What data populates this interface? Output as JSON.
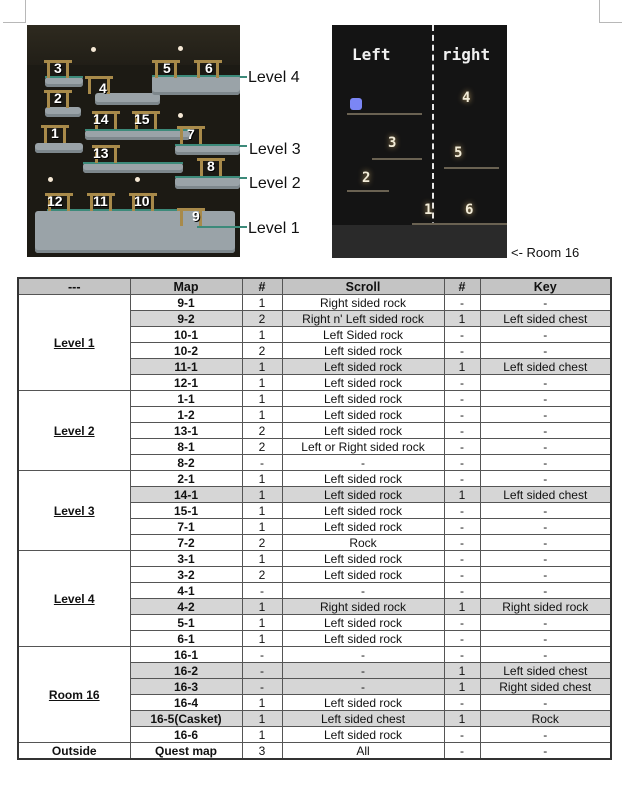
{
  "level_map": {
    "labels": [
      "Level 4",
      "Level 3",
      "Level 2",
      "Level 1"
    ],
    "room_numbers": [
      "1",
      "2",
      "3",
      "4",
      "5",
      "6",
      "7",
      "8",
      "9",
      "10",
      "11",
      "12",
      "13",
      "14",
      "15"
    ]
  },
  "room16_map": {
    "left_label": "Left",
    "right_label": "right",
    "numbers": [
      "1",
      "2",
      "3",
      "4",
      "5",
      "6"
    ],
    "caption": "<- Room 16"
  },
  "table": {
    "headers": [
      "---",
      "Map",
      "#",
      "Scroll",
      "#",
      "Key"
    ],
    "groups": [
      {
        "label": "Level 1",
        "rows": [
          {
            "map": "9-1",
            "n1": "1",
            "scroll": "Right sided rock",
            "n2": "-",
            "key": "-",
            "shaded": false
          },
          {
            "map": "9-2",
            "n1": "2",
            "scroll": "Right n' Left sided rock",
            "n2": "1",
            "key": "Left sided chest",
            "shaded": true
          },
          {
            "map": "10-1",
            "n1": "1",
            "scroll": "Left Sided rock",
            "n2": "-",
            "key": "-",
            "shaded": false
          },
          {
            "map": "10-2",
            "n1": "2",
            "scroll": "Left sided rock",
            "n2": "-",
            "key": "-",
            "shaded": false
          },
          {
            "map": "11-1",
            "n1": "1",
            "scroll": "Left sided rock",
            "n2": "1",
            "key": "Left sided chest",
            "shaded": true
          },
          {
            "map": "12-1",
            "n1": "1",
            "scroll": "Left sided rock",
            "n2": "-",
            "key": "-",
            "shaded": false
          }
        ]
      },
      {
        "label": "Level 2",
        "rows": [
          {
            "map": "1-1",
            "n1": "1",
            "scroll": "Left sided rock",
            "n2": "-",
            "key": "-",
            "shaded": false
          },
          {
            "map": "1-2",
            "n1": "1",
            "scroll": "Left sided rock",
            "n2": "-",
            "key": "-",
            "shaded": false
          },
          {
            "map": "13-1",
            "n1": "2",
            "scroll": "Left sided rock",
            "n2": "-",
            "key": "-",
            "shaded": false
          },
          {
            "map": "8-1",
            "n1": "2",
            "scroll": "Left or Right sided rock",
            "n2": "-",
            "key": "-",
            "shaded": false
          },
          {
            "map": "8-2",
            "n1": "-",
            "scroll": "-",
            "n2": "-",
            "key": "-",
            "shaded": false
          }
        ]
      },
      {
        "label": "Level 3",
        "rows": [
          {
            "map": "2-1",
            "n1": "1",
            "scroll": "Left sided rock",
            "n2": "-",
            "key": "-",
            "shaded": false
          },
          {
            "map": "14-1",
            "n1": "1",
            "scroll": "Left sided rock",
            "n2": "1",
            "key": "Left sided chest",
            "shaded": true
          },
          {
            "map": "15-1",
            "n1": "1",
            "scroll": "Left sided rock",
            "n2": "-",
            "key": "-",
            "shaded": false
          },
          {
            "map": "7-1",
            "n1": "1",
            "scroll": "Left sided rock",
            "n2": "-",
            "key": "-",
            "shaded": false
          },
          {
            "map": "7-2",
            "n1": "2",
            "scroll": "Rock",
            "n2": "-",
            "key": "-",
            "shaded": false
          }
        ]
      },
      {
        "label": "Level 4",
        "rows": [
          {
            "map": "3-1",
            "n1": "1",
            "scroll": "Left sided rock",
            "n2": "-",
            "key": "-",
            "shaded": false
          },
          {
            "map": "3-2",
            "n1": "2",
            "scroll": "Left sided rock",
            "n2": "-",
            "key": "-",
            "shaded": false
          },
          {
            "map": "4-1",
            "n1": "-",
            "scroll": "-",
            "n2": "-",
            "key": "-",
            "shaded": false
          },
          {
            "map": "4-2",
            "n1": "1",
            "scroll": "Right sided rock",
            "n2": "1",
            "key": "Right sided rock",
            "shaded": true
          },
          {
            "map": "5-1",
            "n1": "1",
            "scroll": "Left sided rock",
            "n2": "-",
            "key": "-",
            "shaded": false
          },
          {
            "map": "6-1",
            "n1": "1",
            "scroll": "Left sided rock",
            "n2": "-",
            "key": "-",
            "shaded": false
          }
        ]
      },
      {
        "label": "Room 16",
        "rows": [
          {
            "map": "16-1",
            "n1": "-",
            "scroll": "-",
            "n2": "-",
            "key": "-",
            "shaded": false
          },
          {
            "map": "16-2",
            "n1": "-",
            "scroll": "-",
            "n2": "1",
            "key": "Left sided chest",
            "shaded": true
          },
          {
            "map": "16-3",
            "n1": "-",
            "scroll": "-",
            "n2": "1",
            "key": "Right sided chest",
            "shaded": true
          },
          {
            "map": "16-4",
            "n1": "1",
            "scroll": "Left sided rock",
            "n2": "-",
            "key": "-",
            "shaded": false
          },
          {
            "map": "16-5(Casket)",
            "n1": "1",
            "scroll": "Left sided chest",
            "n2": "1",
            "key": "Rock",
            "shaded": true
          },
          {
            "map": "16-6",
            "n1": "1",
            "scroll": "Left sided rock",
            "n2": "-",
            "key": "-",
            "shaded": false
          }
        ]
      }
    ],
    "outside": {
      "label": "Outside",
      "map": "Quest map",
      "n1": "3",
      "scroll": "All",
      "n2": "-",
      "key": "-"
    }
  }
}
